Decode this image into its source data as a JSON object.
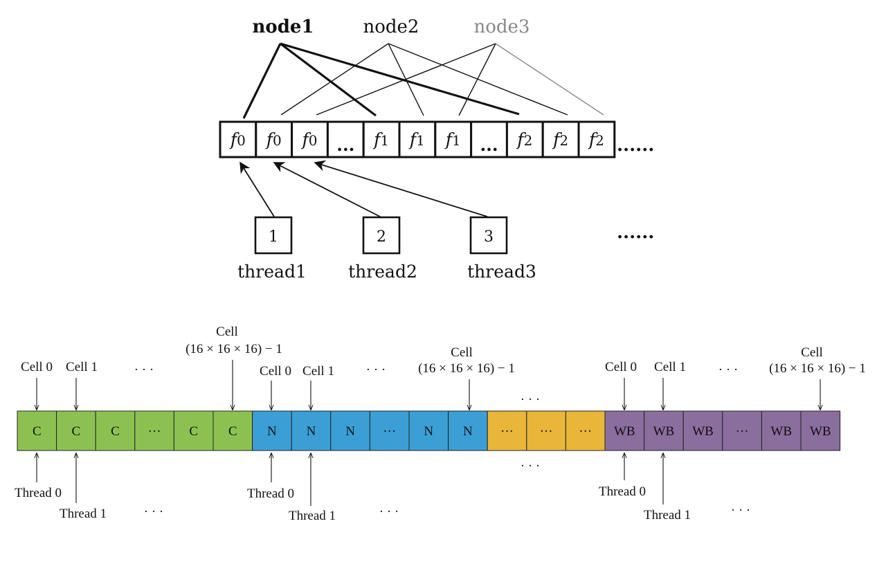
{
  "top_diagram": {
    "nodes": [
      {
        "label": "node1",
        "color": "#111111",
        "weight": "bold"
      },
      {
        "label": "node2",
        "color": "#111111",
        "weight": "normal"
      },
      {
        "label": "node3",
        "color": "#888888",
        "weight": "normal"
      }
    ],
    "array_cells": [
      "f0",
      "f0",
      "f0",
      "...",
      "f1",
      "f1",
      "f1",
      "...",
      "f2",
      "f2",
      "f2"
    ],
    "array_trailing": "......",
    "threads": [
      {
        "box": "1",
        "label": "thread1"
      },
      {
        "box": "2",
        "label": "thread2"
      },
      {
        "box": "3",
        "label": "thread3"
      }
    ],
    "threads_trailing": "......"
  },
  "bottom_diagram": {
    "colors": {
      "C": "#8cc152",
      "N": "#3b9fd6",
      "other": "#e9b63a",
      "WB": "#8a6e9e"
    },
    "cells": [
      "C",
      "C",
      "C",
      "···",
      "C",
      "C",
      "N",
      "N",
      "N",
      "···",
      "N",
      "N",
      "···",
      "···",
      "···",
      "WB",
      "WB",
      "WB",
      "···",
      "WB",
      "WB"
    ],
    "cell_groups": [
      "C",
      "C",
      "C",
      "C",
      "C",
      "C",
      "N",
      "N",
      "N",
      "N",
      "N",
      "N",
      "other",
      "other",
      "other",
      "WB",
      "WB",
      "WB",
      "WB",
      "WB",
      "WB"
    ],
    "top_labels": {
      "cell0": "Cell 0",
      "cell1": "Cell 1",
      "cell_word": "Cell",
      "cell_last": "(16 × 16 × 16) − 1",
      "ellipsis": "· · ·"
    },
    "bottom_labels": {
      "thread0": "Thread 0",
      "thread1": "Thread 1",
      "ellipsis": "· · ·"
    }
  }
}
